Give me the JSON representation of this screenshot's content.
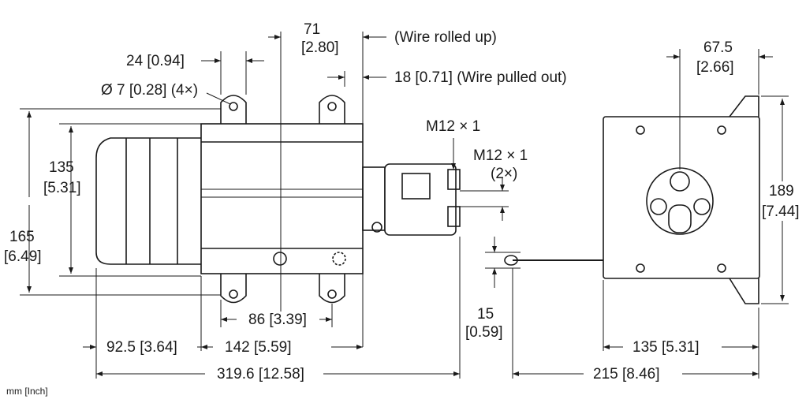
{
  "units_label": "mm [Inch]",
  "dims": {
    "d71": "71",
    "d71_in": "[2.80]",
    "wire_rolled": "(Wire rolled up)",
    "d24": "24 [0.94]",
    "hole": "Ø 7 [0.28] (4×)",
    "d18": "18 [0.71]  (Wire pulled out)",
    "m12a": "M12 × 1",
    "m12b": "M12 × 1",
    "m12b_count": "(2×)",
    "d135": "135",
    "d135_in": "[5.31]",
    "d165": "165",
    "d165_in": "[6.49]",
    "d67": "67.5",
    "d67_in": "[2.66]",
    "d189": "189",
    "d189_in": "[7.44]",
    "d15": "15",
    "d15_in": "[0.59]",
    "d86": "86 [3.39]",
    "d92": "92.5 [3.64]",
    "d142": "142 [5.59]",
    "d319": "319.6 [12.58]",
    "d135b": "135 [5.31]",
    "d215": "215 [8.46]"
  }
}
